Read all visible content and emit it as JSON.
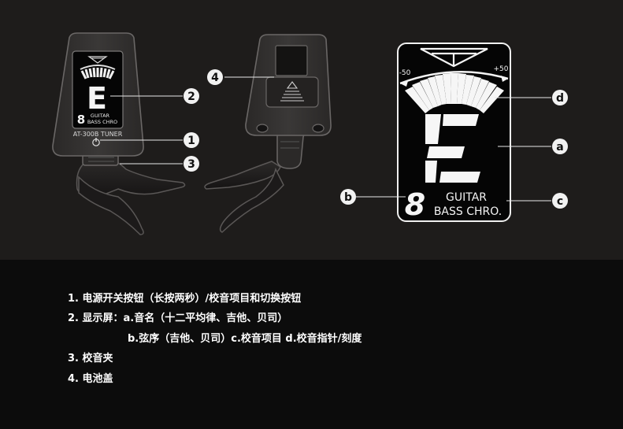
{
  "device": {
    "model_label": "AT-300B TUNER",
    "note_letter": "E",
    "string_digit": "8",
    "mode_guitar": "GUITAR",
    "mode_bass_chro": "BASS CHRO"
  },
  "display_detail": {
    "scale_left": "-50",
    "scale_right": "+50",
    "note_letter": "E",
    "string_digit": "8",
    "mode_guitar": "GUITAR",
    "mode_bass_chro": "BASS CHRO."
  },
  "callouts": {
    "c1": "1",
    "c2": "2",
    "c3": "3",
    "c4": "4",
    "a": "a",
    "b": "b",
    "c": "c",
    "d": "d"
  },
  "legend": [
    "1. 电源开关按钮（长按两秒）/校音项目和切换按钮",
    "2. 显示屏：a.音名（十二平均律、吉他、贝司）",
    "b.弦序（吉他、贝司）c.校音项目 d.校音指针/刻度",
    "3. 校音夹",
    "4. 电池盖"
  ]
}
